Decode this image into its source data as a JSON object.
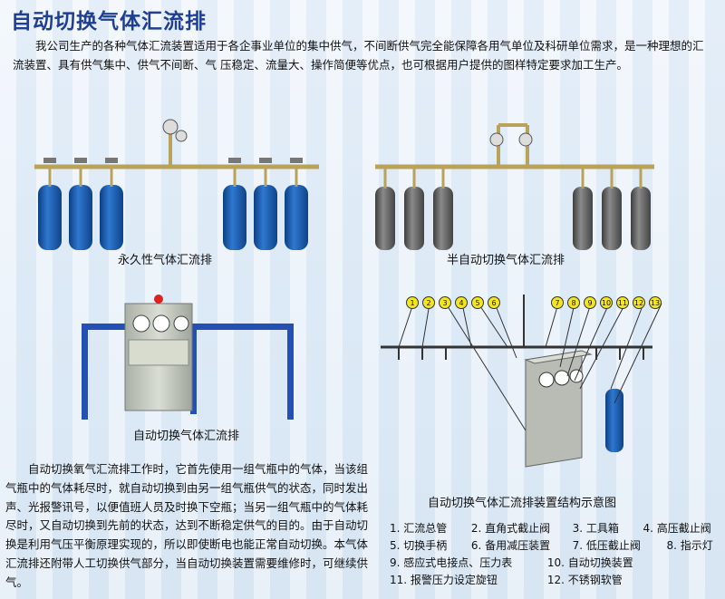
{
  "title": "自动切换气体汇流排",
  "intro": "我公司生产的各种气体汇流装置适用于各企事业单位的集中供气，不间断供气完全能保障各用气单位及科研单位需求，是一种理想的汇流装置、具有供气集中、供气不间断、气 压稳定、流量大、操作简便等优点，也可根据用户提供的图样特定要求加工生产。",
  "captions": {
    "permanent": "永久性气体汇流排",
    "semi_auto": "半自动切换气体汇流排",
    "auto": "自动切换气体汇流排",
    "structure": "自动切换气体汇流排装置结构示意图"
  },
  "description": "自动切换氧气汇流排工作时，它首先使用一组气瓶中的气体，当该组气瓶中的气体耗尽时，就自动切换到由另一组气瓶供气的状态，同时发出声、光报警讯号，以便值班人员及时换下空瓶；当另一组气瓶中的气体耗尽时，又自动切换到先前的状态，达到不断稳定供气的目的。由于自动切换是利用气压平衡原理实现的，所以即使断电也能正常自动切换。本气体汇流排还附带人工切换供气部分，当自动切换装置需要维修时，可继续供气。",
  "callouts": [
    "1",
    "2",
    "3",
    "4",
    "5",
    "6",
    "7",
    "8",
    "9",
    "10",
    "11",
    "12",
    "13"
  ],
  "legend": [
    [
      "1. 汇流总管",
      "2. 直角式截止阀",
      "3. 工具箱",
      "4. 高压截止阀"
    ],
    [
      "5. 切换手柄",
      "6. 备用减压装置",
      "7. 低压截止阀",
      "8. 指示灯"
    ],
    [
      "9. 感应式电接点、压力表",
      "10. 自动切换装置"
    ],
    [
      "11. 报警压力设定旋钮",
      "12. 不锈钢软管"
    ]
  ],
  "colors": {
    "title": "#1f3f94",
    "blue_cylinder": "#1a5fb0",
    "gray_cylinder": "#6a6a6a",
    "callout": "#f3e61a",
    "cabinet": "#c9cfc4"
  }
}
